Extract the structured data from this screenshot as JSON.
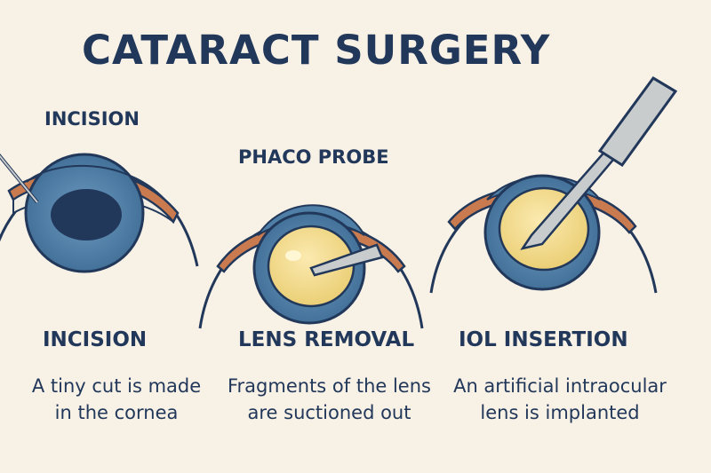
{
  "title": "CATARACT SURGERY",
  "callouts": {
    "incision": "INCISION",
    "phaco_probe": "PHACO PROBE"
  },
  "steps": [
    {
      "title": "INCISION",
      "desc": [
        "A tiny cut is made",
        "in the cornea"
      ]
    },
    {
      "title": "LENS REMOVAL",
      "desc": [
        "Fragments of the lens",
        "are suctioned out"
      ]
    },
    {
      "title": "IOL INSERTION",
      "desc": [
        "An artificial intraocular",
        "lens is implanted"
      ]
    }
  ],
  "colors": {
    "background": "#f8f1e6",
    "ink": "#22385a",
    "iris": "#4f7fa6",
    "pupil": "#22385a",
    "lens": "#f0d78a",
    "eyelid": "#c97b4f",
    "instrument": "#c9cccd"
  }
}
